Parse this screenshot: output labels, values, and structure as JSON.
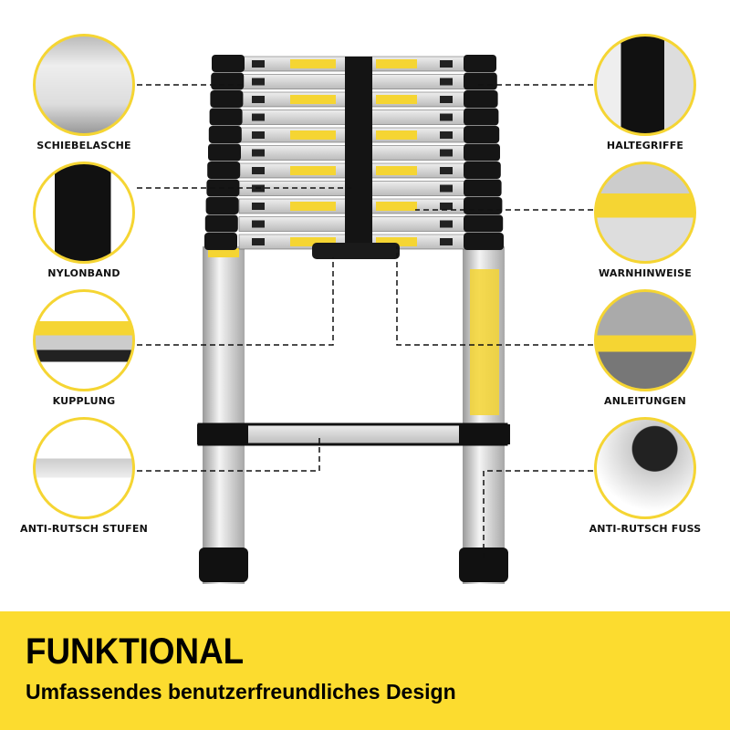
{
  "features_left": [
    {
      "label": "SCHIEBELASCHE",
      "icon": "slide-latch"
    },
    {
      "label": "NYLONBAND",
      "icon": "nylon-strap"
    },
    {
      "label": "KUPPLUNG",
      "icon": "coupling"
    },
    {
      "label": "ANTI-RUTSCH STUFEN",
      "icon": "anti-slip-step"
    }
  ],
  "features_right": [
    {
      "label": "HALTEGRIFFE",
      "icon": "handle-grip"
    },
    {
      "label": "WARNHINWEISE",
      "icon": "warning-label"
    },
    {
      "label": "ANLEITUNGEN",
      "icon": "instructions"
    },
    {
      "label": "ANTI-RUTSCH FUSS",
      "icon": "anti-slip-foot"
    }
  ],
  "banner": {
    "title": "FUNKTIONAL",
    "subtitle": "Umfassendes benutzerfreundliches Design"
  },
  "colors": {
    "accent": "#fcdc2f",
    "circle_border": "#f5d533",
    "dark": "#111111"
  }
}
